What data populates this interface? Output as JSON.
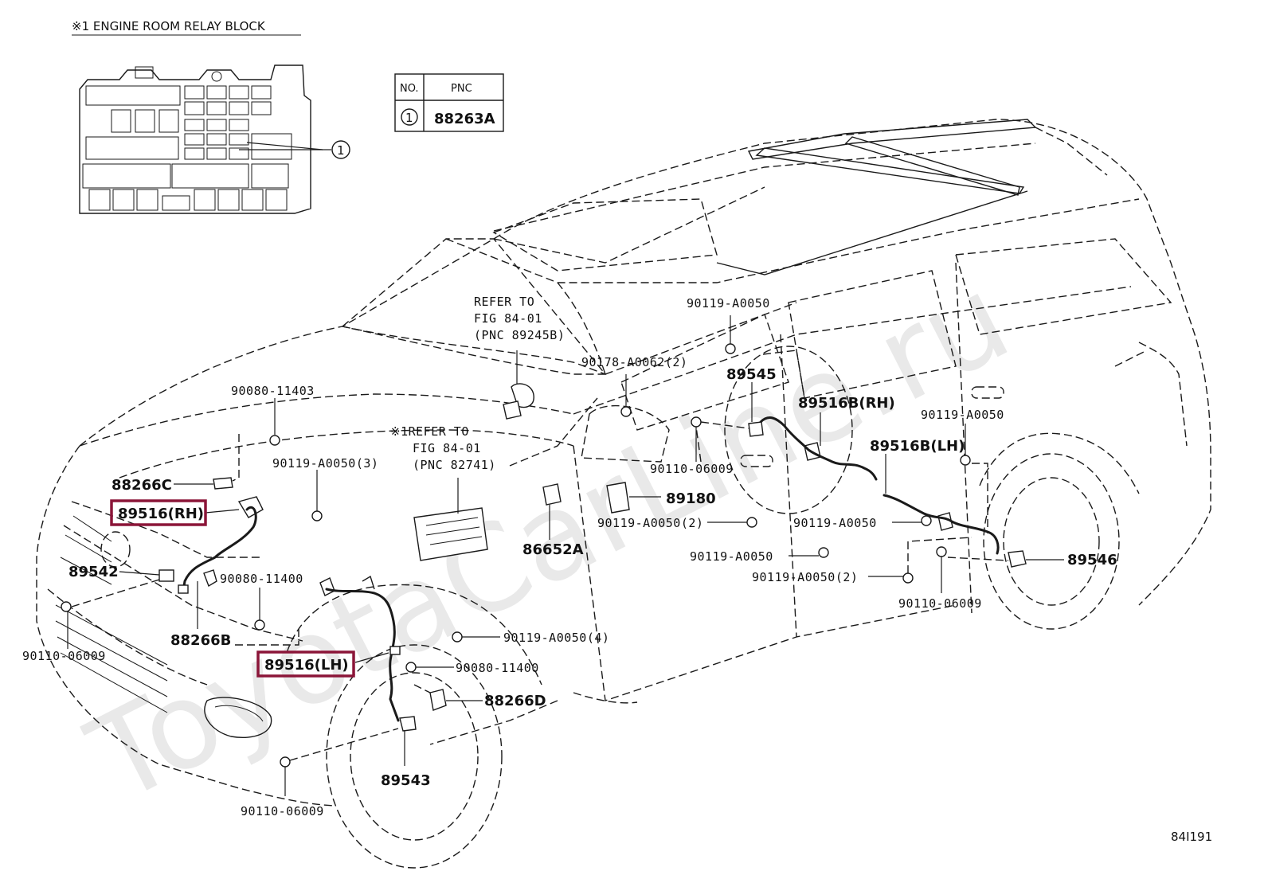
{
  "watermark": "ToyotaCarLine.ru",
  "relay_block": {
    "title": "※1 ENGINE ROOM RELAY BLOCK",
    "callout": "1"
  },
  "pnc_table": {
    "header_no": "NO.",
    "header_pnc": "PNC",
    "row_no": "1",
    "row_pnc": "88263A"
  },
  "refer_1": [
    "REFER TO",
    "FIG 84-01",
    "(PNC 89245B)"
  ],
  "refer_2": [
    "※1REFER TO",
    "FIG 84-01",
    "(PNC 82741)"
  ],
  "labels": {
    "p90080_11403": "90080-11403",
    "p88266c": "88266C",
    "p90119_a0050_3": "90119-A0050(3)",
    "p89516_rh": "89516(RH)",
    "p89542": "89542",
    "p90080_11400_a": "90080-11400",
    "p90110_06009_a": "90110-06009",
    "p88266b": "88266B",
    "p89516_lh": "89516(LH)",
    "p90119_a0050_4": "90119-A0050(4)",
    "p90080_11400_b": "90080-11400",
    "p88266d": "88266D",
    "p89543": "89543",
    "p90110_06009_b": "90110-06009",
    "p86652a": "86652A",
    "p90178_a0062_2": "90178-A0062(2)",
    "p89180": "89180",
    "p90119_a0050_2a": "90119-A0050(2)",
    "p90119_a0050_top": "90119-A0050",
    "p89545": "89545",
    "p90110_06009_c": "90110-06009",
    "p89516b_rh": "89516B(RH)",
    "p90119_a0050_r": "90119-A0050",
    "p89516b_lh": "89516B(LH)",
    "p90119_a0050_mid": "90119-A0050",
    "p90119_a0050_low": "90119-A0050",
    "p90119_a0050_2b": "90119-A0050(2)",
    "p89546": "89546",
    "p90110_06009_d": "90110-06009"
  },
  "figure_id": "84I191",
  "colors": {
    "highlight": "#8b1538",
    "ink": "#1a1a1a"
  }
}
